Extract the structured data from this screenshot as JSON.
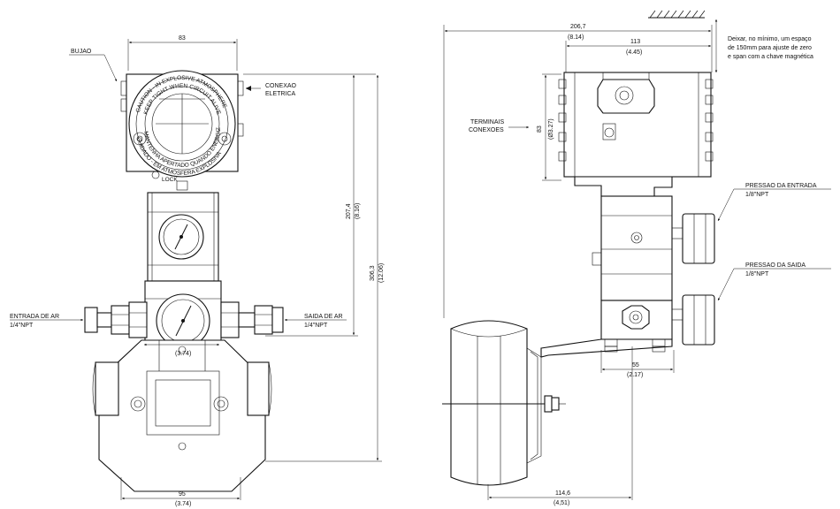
{
  "front_view": {
    "width_top": "83",
    "bujao": "BUJAO",
    "conexao_eletrica_1": "CONEXAO",
    "conexao_eletrica_2": "ELETRICA",
    "caution_ring_1": "CAUTION - IN EXPLOSIVE ATMOSPHERE",
    "caution_ring_2": "KEEP TIGHT WHEN CIRCUIT ALIVE",
    "cuidado_ring_1": "CUIDADO - EM ATMOSFERA EXPLOSIVA",
    "cuidado_ring_2": "MANTENHA APERTADO QUANDO ENERGIZADO",
    "lock": "LOCK",
    "dim_207_mm": "207,4",
    "dim_207_in": "(8.16)",
    "dim_306_mm": "306,3",
    "dim_306_in": "(12.06)",
    "entrada_label": "ENTRADA DE AR",
    "entrada_npt": "1/4\"NPT",
    "saida_label": "SAIDA DE AR",
    "saida_npt": "1/4\"NPT",
    "dim_374_in": "(3.74)",
    "dim_95_mm": "95",
    "dim_bottom_in": "(3.74)"
  },
  "side_view": {
    "dim_total_mm": "206,7",
    "dim_total_in": "(8.14)",
    "dim_113_mm": "113",
    "dim_113_in": "(4.45)",
    "note_1": "Deixar, no mínimo, um espaço",
    "note_2": "de 150mm para ajuste de zero",
    "note_3": "e span com a chave magnética",
    "terminais_1": "TERMINAIS",
    "terminais_2": "CONEXOES",
    "dim_83_mm": "83",
    "dim_83_in": "(Ø3.27)",
    "pressao_entrada": "PRESSAO DA ENTRADA",
    "pressao_entrada_npt": "1/8\"NPT",
    "pressao_saida": "PRESSAO DA SAIDA",
    "pressao_saida_npt": "1/8\"NPT",
    "dim_55_mm": "55",
    "dim_55_in": "(2.17)",
    "dim_1146_mm": "114,6",
    "dim_1146_in": "(4,51)"
  }
}
